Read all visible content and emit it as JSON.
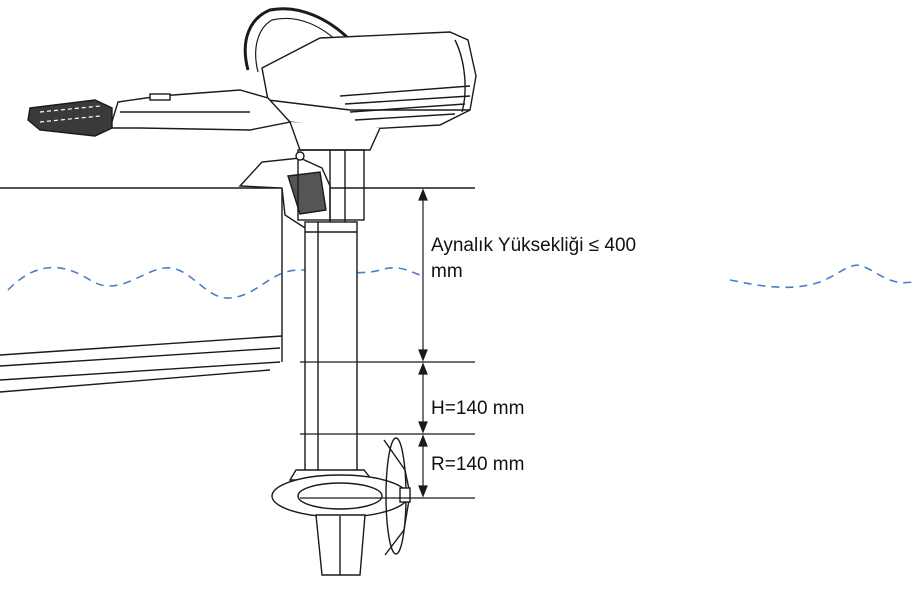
{
  "labels": {
    "transom_line1": "Aynalık Yüksekliği ≤ 400",
    "transom_line2": "mm",
    "h_label": "H=140 mm",
    "r_label": "R=140 mm"
  },
  "colors": {
    "outline": "#1a1a1a",
    "water": "#4a7fc8",
    "background": "#ffffff"
  }
}
